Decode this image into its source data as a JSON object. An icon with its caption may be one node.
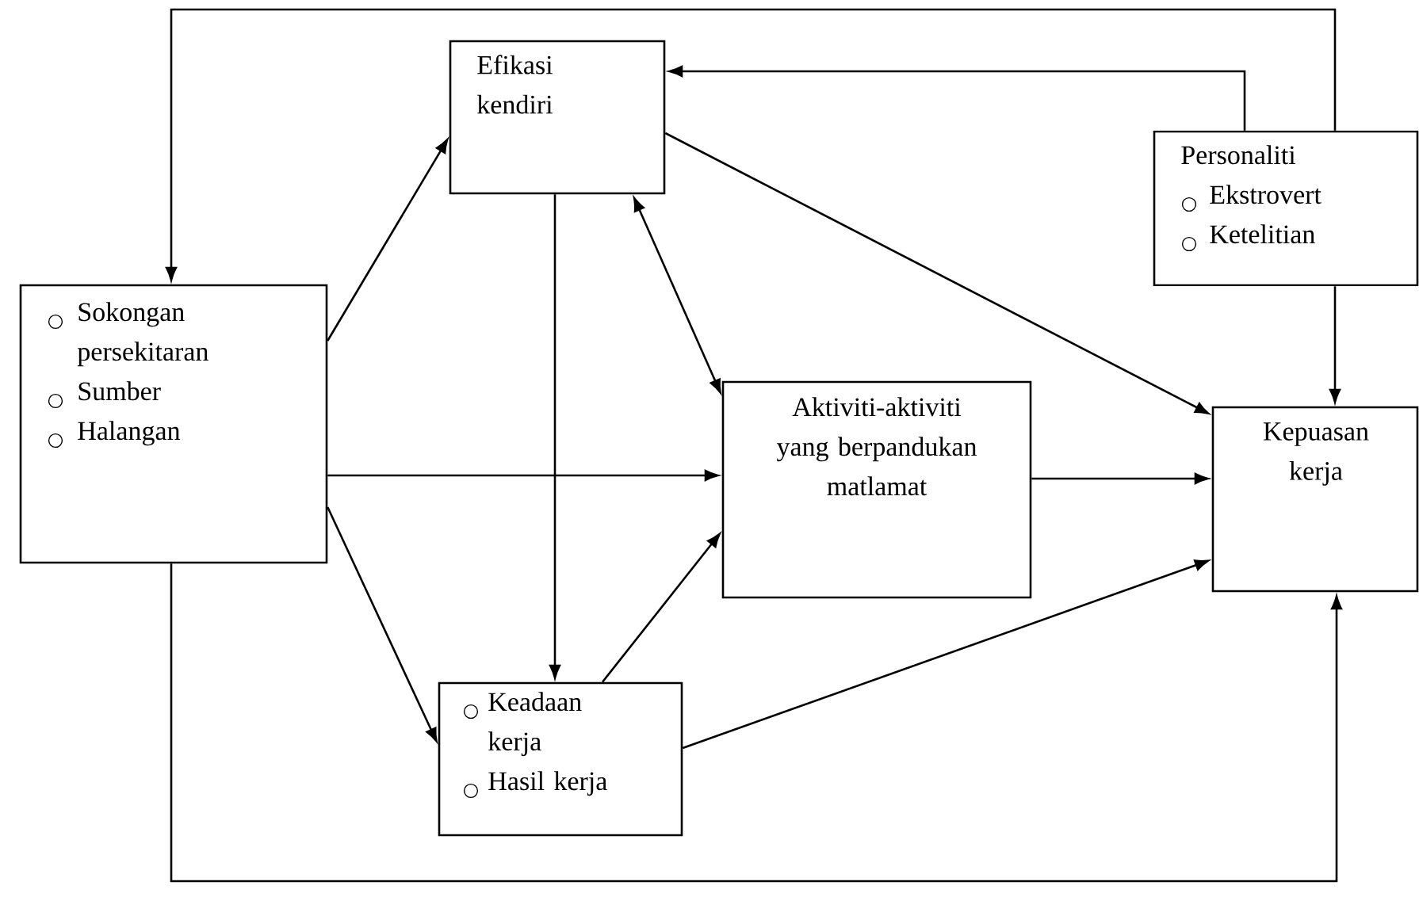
{
  "diagram": {
    "nodes": [
      {
        "text": [
          "Sokongan persekitaran",
          "Sumber",
          "Halangan"
        ]
      },
      {
        "text": [
          "Efikasi kendiri"
        ]
      },
      {
        "text": [
          "Personaliti",
          "Ekstrovert",
          "Ketelitian"
        ]
      },
      {
        "text": [
          "Aktiviti-aktiviti yang berpandukan matlamat"
        ]
      },
      {
        "text": [
          "Kepuasan kerja"
        ]
      },
      {
        "text": [
          "Keadaan kerja",
          "Hasil kerja"
        ]
      }
    ],
    "edges": [
      {
        "from": 2,
        "to": 0,
        "arrow": "to"
      },
      {
        "from": 2,
        "to": 1,
        "arrow": "to"
      },
      {
        "from": 2,
        "to": 4,
        "arrow": "to"
      },
      {
        "from": 0,
        "to": 1,
        "arrow": "to"
      },
      {
        "from": 0,
        "to": 3,
        "arrow": "to"
      },
      {
        "from": 0,
        "to": 5,
        "arrow": "to"
      },
      {
        "from": 0,
        "to": 4,
        "arrow": "to"
      },
      {
        "from": 1,
        "to": 5,
        "arrow": "to"
      },
      {
        "from": 1,
        "to": 3,
        "arrow": "both"
      },
      {
        "from": 1,
        "to": 4,
        "arrow": "to"
      },
      {
        "from": 3,
        "to": 4,
        "arrow": "to"
      },
      {
        "from": 5,
        "to": 3,
        "arrow": "to"
      },
      {
        "from": 5,
        "to": 4,
        "arrow": "to"
      }
    ]
  }
}
